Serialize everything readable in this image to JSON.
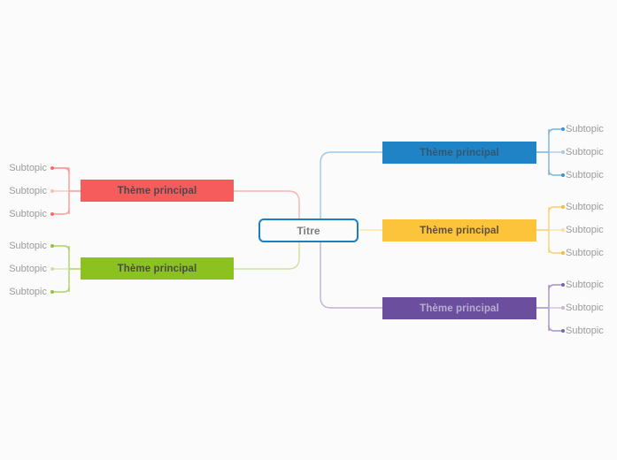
{
  "diagram": {
    "type": "mind-map",
    "title_node": {
      "label": "Titre"
    },
    "colors": {
      "background": "#fbfbfc",
      "root_border": "#1a7fc1",
      "root_text": "#7d7d7d",
      "leaf_text": "#9b9b9b",
      "red": "#f75c5c",
      "green": "#8cc220",
      "blue": "#1f83c6",
      "yellow": "#fcc43a",
      "purple": "#6b4f9e"
    },
    "branches": [
      {
        "id": "red",
        "side": "left",
        "color": "#f75c5c",
        "line_color": "#f7a6a6",
        "label": "Thème principal",
        "children": [
          {
            "label": "Subtopic"
          },
          {
            "label": "Subtopic"
          },
          {
            "label": "Subtopic"
          }
        ]
      },
      {
        "id": "green",
        "side": "left",
        "color": "#8cc220",
        "line_color": "#c2dd8c",
        "label": "Thème principal",
        "children": [
          {
            "label": "Subtopic"
          },
          {
            "label": "Subtopic"
          },
          {
            "label": "Subtopic"
          }
        ]
      },
      {
        "id": "blue",
        "side": "right",
        "color": "#1f83c6",
        "line_color": "#8cc1e3",
        "label": "Thème principal",
        "children": [
          {
            "label": "Subtopic"
          },
          {
            "label": "Subtopic"
          },
          {
            "label": "Subtopic"
          }
        ]
      },
      {
        "id": "yellow",
        "side": "right",
        "color": "#fcc43a",
        "line_color": "#fde19d",
        "label": "Thème principal",
        "children": [
          {
            "label": "Subtopic"
          },
          {
            "label": "Subtopic"
          },
          {
            "label": "Subtopic"
          }
        ]
      },
      {
        "id": "purple",
        "side": "right",
        "color": "#6b4f9e",
        "line_color": "#b5a7ce",
        "label": "Thème principal",
        "children": [
          {
            "label": "Subtopic"
          },
          {
            "label": "Subtopic"
          },
          {
            "label": "Subtopic"
          }
        ]
      }
    ]
  }
}
